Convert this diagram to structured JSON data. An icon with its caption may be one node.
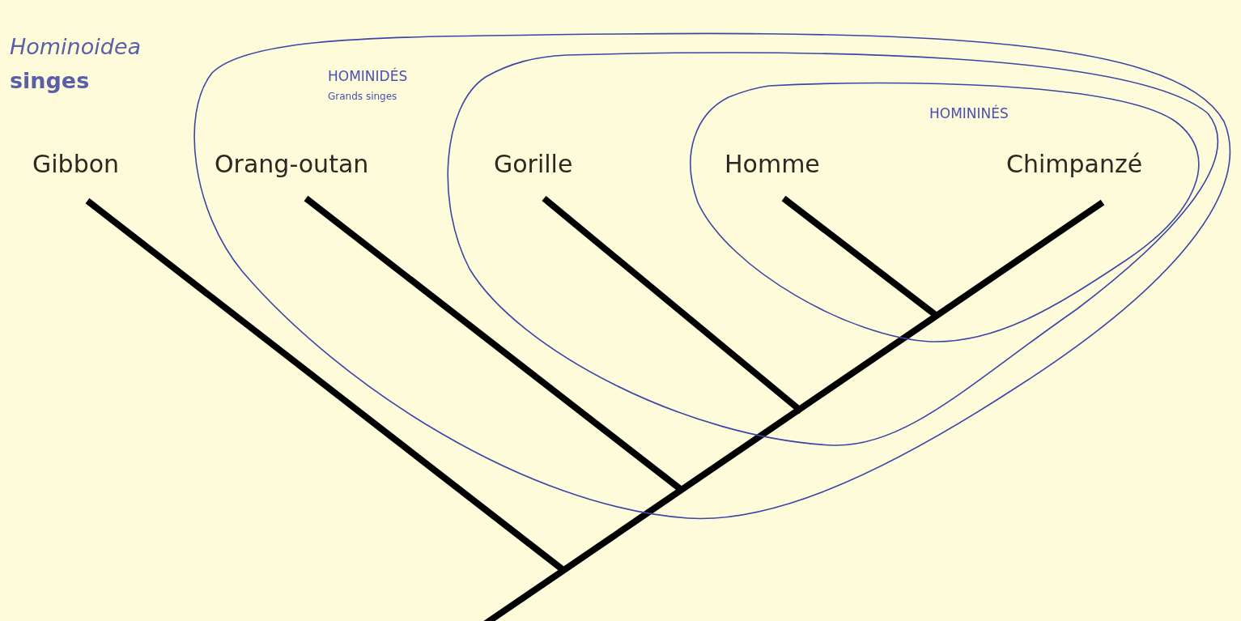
{
  "diagram": {
    "nodes": [
      {
        "text": [
          "Gibbon"
        ]
      },
      {
        "text": [
          "HOMINIDÉS",
          "Grands singes"
        ]
      },
      {
        "text": [
          "Orang-outan"
        ],
        "in": 1
      },
      {
        "text": [],
        "shape": "loop",
        "in": 1
      },
      {
        "text": [
          "Gorille"
        ],
        "in": 3
      },
      {
        "text": [
          "HOMININÉS"
        ],
        "in": 3
      },
      {
        "text": [
          "Homme"
        ],
        "in": 5
      },
      {
        "text": [
          "Chimpanzé"
        ],
        "in": 5
      }
    ],
    "labels": [
      "Hominoidea",
      "singes"
    ]
  }
}
